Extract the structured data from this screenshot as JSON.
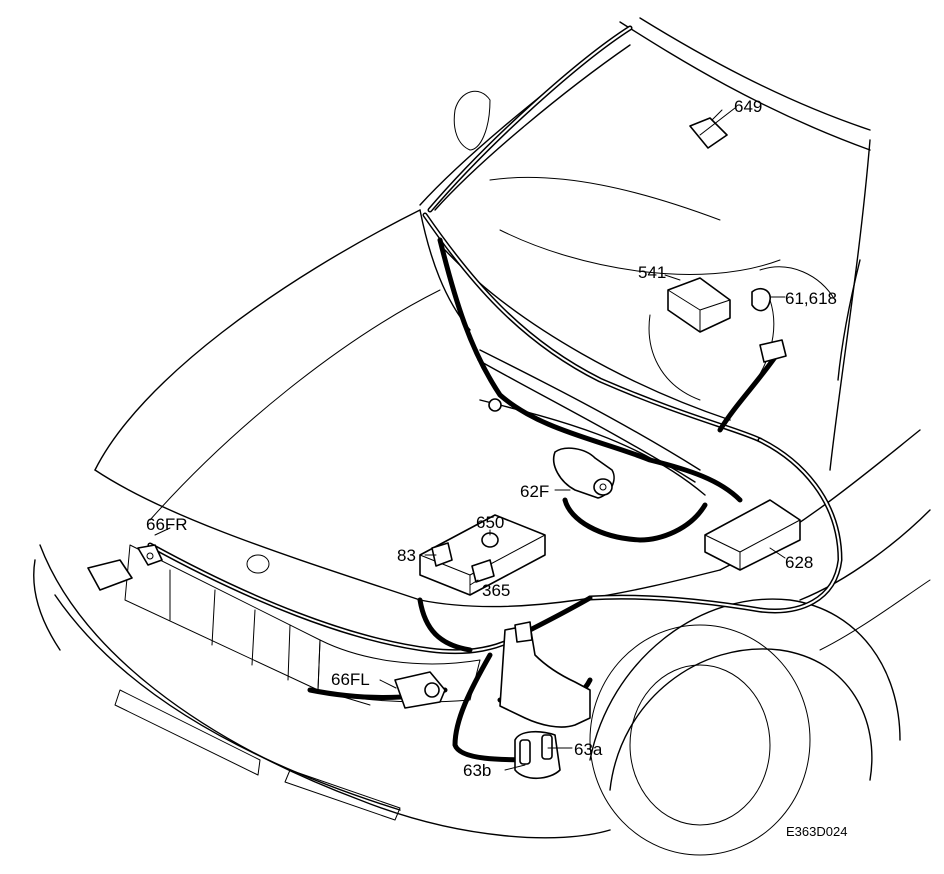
{
  "diagram": {
    "callouts": {
      "c649": "649",
      "c541": "541",
      "c61_618": "61,618",
      "c62F": "62F",
      "c628": "628",
      "c66FR": "66FR",
      "c650": "650",
      "c83": "83",
      "c365": "365",
      "c66FL": "66FL",
      "c63a": "63a",
      "c63b": "63b"
    },
    "figure_code": "E363D024"
  }
}
